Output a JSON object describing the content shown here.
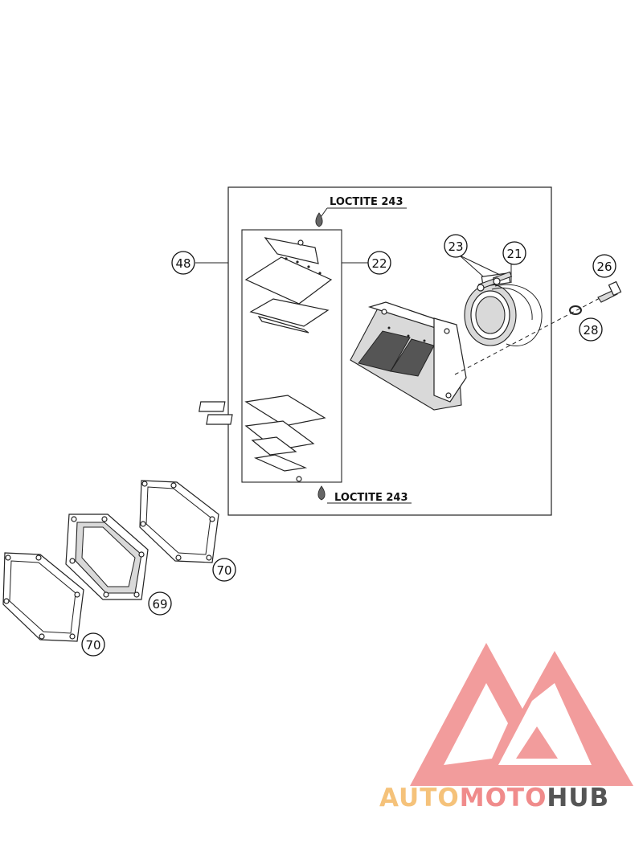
{
  "callouts": {
    "c48": "48",
    "c22": "22",
    "c23": "23",
    "c21": "21",
    "c26": "26",
    "c28": "28",
    "c70a": "70",
    "c69": "69",
    "c70b": "70"
  },
  "loctite": {
    "top": "LOCTITE 243",
    "bottom": "LOCTITE 243"
  },
  "watermark": {
    "part1": "AUTO",
    "part2": "MOTO",
    "part3": "HUB",
    "colors": {
      "auto": "#f5c27a",
      "moto": "#f08b8b",
      "hub": "#555555",
      "triangle": "#f08b8b"
    }
  }
}
